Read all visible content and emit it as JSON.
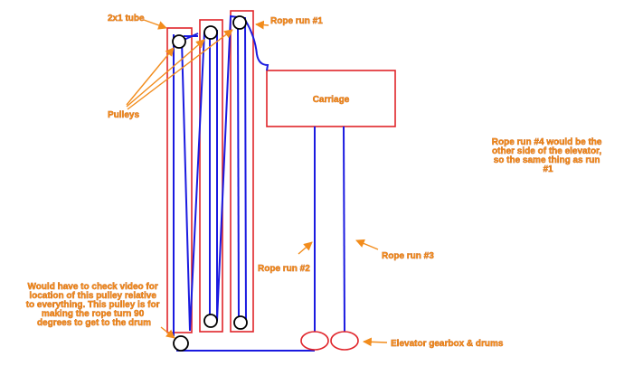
{
  "labels": {
    "tube": "2x1 tube",
    "rope_run_1": "Rope run #1",
    "carriage": "Carriage",
    "pulleys": "Pulleys",
    "rope_run_4": [
      "Rope run #4 would be the",
      "other side of the elevator,",
      "so the same thing as run",
      "#1"
    ],
    "rope_run_2": "Rope run #2",
    "rope_run_3": "Rope run #3",
    "pulley_note": [
      "Would have to check video for",
      "location of this pulley relative",
      "to everything. This pulley is for",
      "making the rope turn 90",
      "degrees to get to the drum"
    ],
    "gearbox": "Elevator gearbox & drums"
  },
  "colors": {
    "frame": "#e0242a",
    "rope": "#1a1ae0",
    "annotation": "#f28c1c",
    "pulley": "#000000"
  }
}
